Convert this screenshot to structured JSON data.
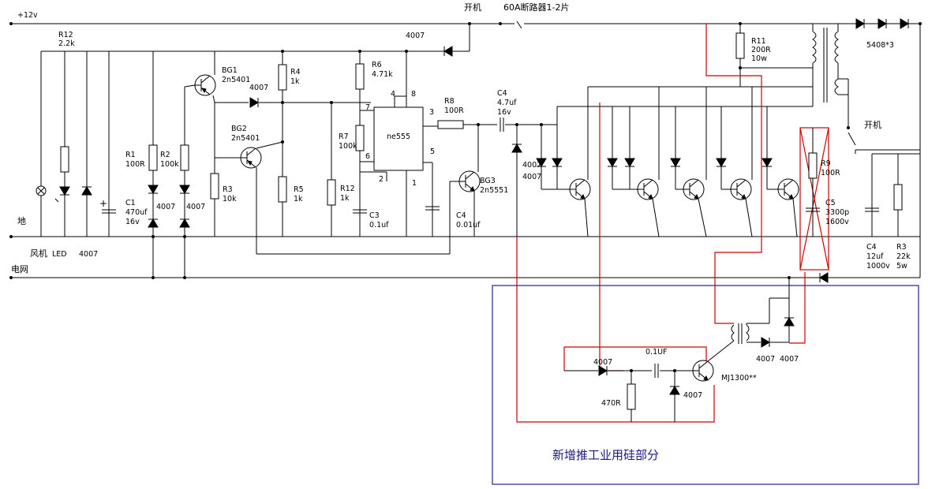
{
  "labels": {
    "v12": "+12v",
    "gnd": "地",
    "grid": "电网",
    "fan": "风机",
    "led": "LED",
    "d4007_led": "4007",
    "power_on": "开机",
    "breaker": "60A断路器1-2片",
    "d4007_top": "4007",
    "r12a_name": "R12",
    "r12a_val": "2.2k",
    "r1_name": "R1",
    "r1_val": "100R",
    "r2_name": "R2",
    "r2_val": "100k",
    "c1_name": "C1",
    "c1_val1": "470uf",
    "c1_val2": "16v",
    "d4007_c1a": "4007",
    "d4007_c1b": "4007",
    "bg1_name": "BG1",
    "bg1_val": "2n5401",
    "bg2_name": "BG2",
    "bg2_val": "2n5401",
    "r3_name": "R3",
    "r3_val": "10k",
    "d4007_mid": "4007",
    "r4_name": "R4",
    "r4_val": "1k",
    "r5_name": "R5",
    "r5_val": "1k",
    "r6_name": "R6",
    "r6_val": "4.71k",
    "r7_name": "R7",
    "r7_val": "100k",
    "r12b_name": "R12",
    "r12b_val": "1k",
    "c3_name": "C3",
    "c3_val": "0.1uf",
    "ic_name": "ne555",
    "pin4": "4",
    "pin8": "8",
    "pin7": "7",
    "pin6": "6",
    "pin3": "3",
    "pin5": "5",
    "pin2": "2",
    "pin1": "1",
    "r8_name": "R8",
    "r8_val": "100R",
    "c4a_name": "C4",
    "c4a_val1": "4.7uf",
    "c4a_val2": "16v",
    "c4b_name": "C4",
    "c4b_val": "0.01uf",
    "bg3_name": "BG3",
    "bg3_val": "2n5551",
    "d4007_bg3a": "4007",
    "d4007_bg3b": "4007",
    "r11_name": "R11",
    "r11_val1": "200R",
    "r11_val2": "10w",
    "d5408": "5408*3",
    "switch_on": "开机",
    "r9_name": "R9",
    "r9_val": "100R",
    "c5_name": "C5",
    "c5_val1": "3300p",
    "c5_val2": "1600v",
    "c4c_name": "C4",
    "c4c_val1": "12uf",
    "c4c_val2": "1000v",
    "r3b_name": "R3",
    "r3b_val1": "22k",
    "r3b_val2": "5w",
    "sub_d4007_1": "4007",
    "sub_c": "0.1UF",
    "sub_r": "470R",
    "sub_d4007_2": "4007",
    "sub_q": "MJ1300**",
    "sub_d4007_3": "4007",
    "sub_d4007_4": "4007",
    "new_section": "新增推工业用硅部分"
  }
}
